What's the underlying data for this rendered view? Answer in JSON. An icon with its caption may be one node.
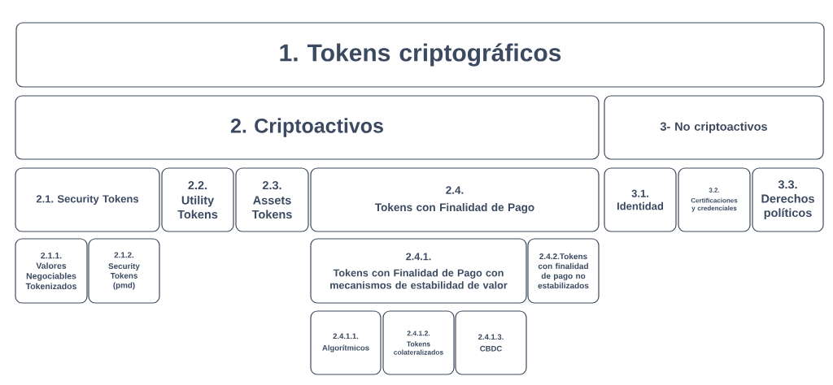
{
  "diagram": {
    "nodes": [
      {
        "text": [
          "1. Tokens criptográficos"
        ]
      },
      {
        "text": [
          "2. Criptoactivos"
        ]
      },
      {
        "text": [
          "3- No criptoactivos"
        ]
      },
      {
        "text": [
          "2.1. Security Tokens"
        ]
      },
      {
        "text": [
          "2.2.",
          "Utility Tokens"
        ]
      },
      {
        "text": [
          "2.3.",
          "Assets Tokens"
        ]
      },
      {
        "text": [
          "2.4.",
          "Tokens con Finalidad de Pago"
        ]
      },
      {
        "text": [
          "3.1.",
          "Identidad"
        ]
      },
      {
        "text": [
          "3.2.",
          "Certificaciones y credenciales"
        ]
      },
      {
        "text": [
          "3.3.",
          "Derechos políticos"
        ]
      },
      {
        "text": [
          "2.1.1.",
          "Valores Negociables Tokenizados"
        ]
      },
      {
        "text": [
          "2.1.2.",
          "Security Tokens (pmd)"
        ]
      },
      {
        "text": [
          "2.4.1.",
          "Tokens con Finalidad de Pago con mecanismos de estabilidad de valor"
        ]
      },
      {
        "text": [
          "2.4.2.Tokens con finalidad de pago no estabilizados"
        ]
      },
      {
        "text": [
          "2.4.1.1.",
          "Algorítmicos"
        ]
      },
      {
        "text": [
          "2.4.1.2.",
          "Tokens colateralizados"
        ]
      },
      {
        "text": [
          "2.4.1.3.",
          "CBDC"
        ]
      }
    ]
  }
}
